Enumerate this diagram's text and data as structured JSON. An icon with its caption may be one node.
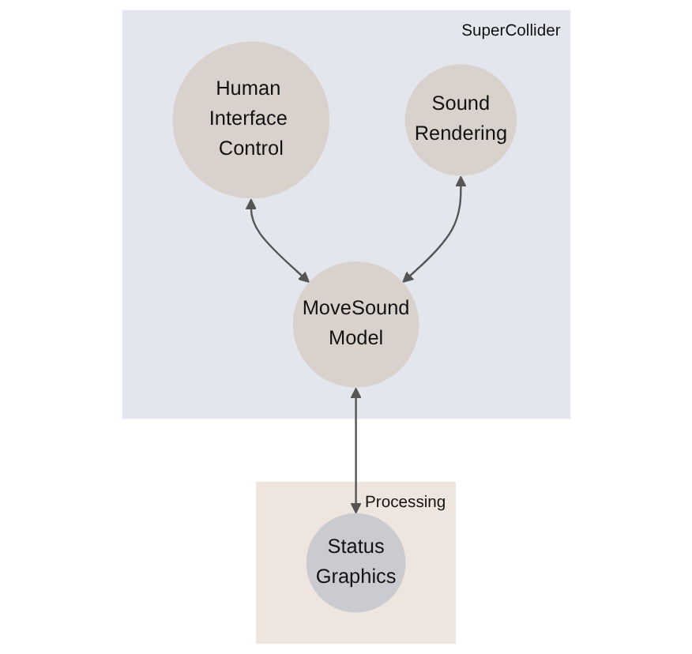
{
  "diagram": {
    "nodes": [
      {
        "text": [
          "SuperCollider"
        ]
      },
      {
        "text": [
          "Human Interface Control"
        ],
        "in": 0
      },
      {
        "text": [
          "Sound",
          "Rendering"
        ],
        "in": 0
      },
      {
        "text": [
          "MoveSound",
          "Model"
        ],
        "in": 0
      },
      {
        "text": [
          "Processing"
        ]
      },
      {
        "text": [
          "Status",
          "Graphics"
        ],
        "in": 4
      }
    ],
    "edges": [
      {
        "from": 1,
        "to": 3,
        "arrow": "both"
      },
      {
        "from": 2,
        "to": 3,
        "arrow": "both"
      },
      {
        "from": 3,
        "to": 5,
        "arrow": "both"
      }
    ]
  }
}
